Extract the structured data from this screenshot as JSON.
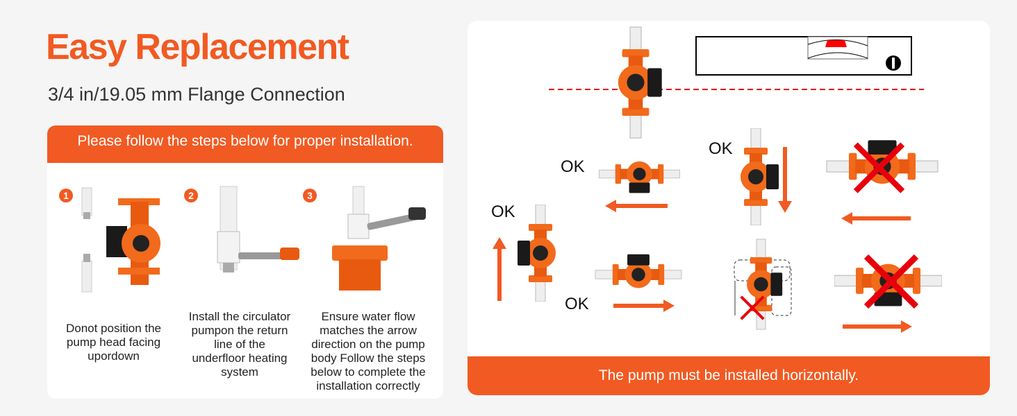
{
  "title": "Easy Replacement",
  "subtitle": "3/4 in/19.05 mm Flange Connection",
  "left_card": {
    "header": "Please follow the steps below for proper installation.",
    "steps": [
      {
        "number": "1",
        "text": "Donot position the pump head facing upordown"
      },
      {
        "number": "2",
        "text": "Install the circulator pumpon the return line of the underfloor heating system"
      },
      {
        "number": "3",
        "text": "Ensure water flow matches the arrow direction on the pump body Follow the steps below to complete the installation correctly"
      }
    ]
  },
  "right_card": {
    "ok_labels": [
      "OK",
      "OK",
      "OK",
      "OK"
    ],
    "footer": "The pump must be installed horizontally."
  },
  "colors": {
    "accent": "#f15a22",
    "error": "#e8000b"
  }
}
